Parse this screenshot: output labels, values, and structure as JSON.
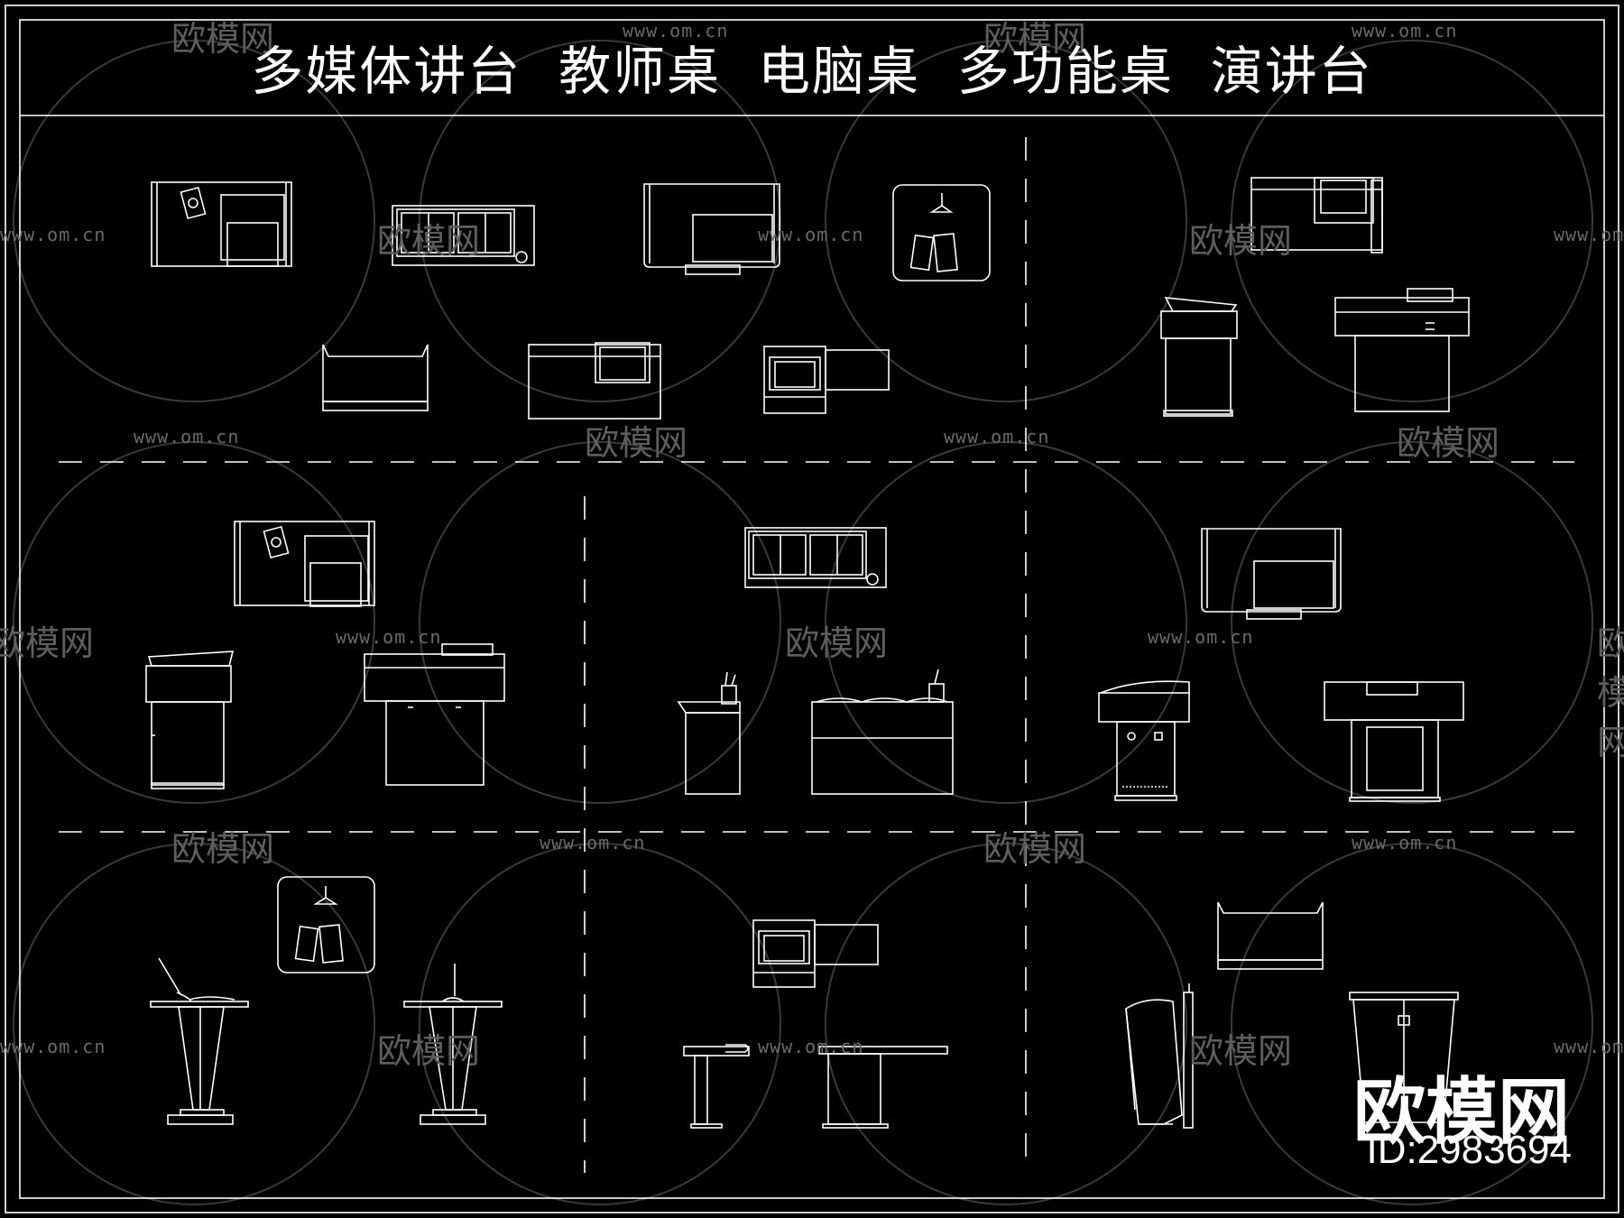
{
  "title": "多媒体讲台  教师桌  电脑桌  多功能桌  演讲台",
  "watermark": {
    "url": "www.om.cn",
    "brand": "欧模网"
  },
  "logo": {
    "name": "欧模网",
    "id_label": "ID:2983694"
  },
  "colors": {
    "background": "#000000",
    "line": "#ffffff",
    "watermark": "#5e5e5e"
  }
}
